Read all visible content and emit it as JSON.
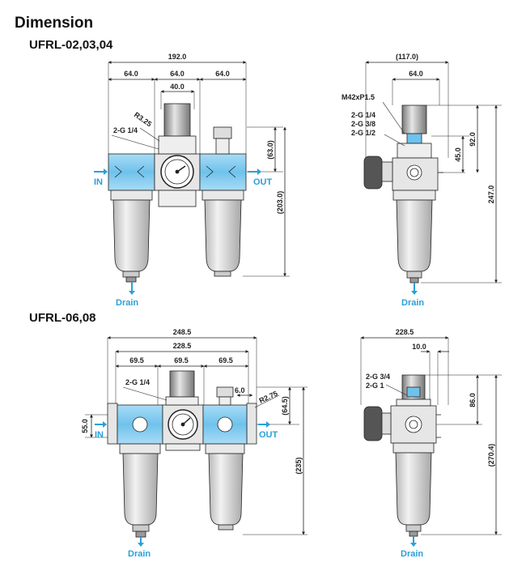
{
  "title": "Dimension",
  "models": [
    {
      "name": "UFRL-02,03,04",
      "front": {
        "overall_width": "192.0",
        "segments": [
          "64.0",
          "64.0",
          "64.0"
        ],
        "center_width": "40.0",
        "radius": "R3.25",
        "port": "2-G 1/4",
        "upper_height": "(63.0)",
        "total_height": "(203.0)",
        "inlet": "IN",
        "outlet": "OUT",
        "drain": "Drain"
      },
      "side": {
        "overall_width": "(117.0)",
        "inner_width": "64.0",
        "thread": "M42xP1.5",
        "ports": [
          "2-G 1/4",
          "2-G 3/8",
          "2-G 1/2"
        ],
        "h1": "45.0",
        "h2": "92.0",
        "h3": "247.0",
        "drain": "Drain"
      }
    },
    {
      "name": "UFRL-06,08",
      "front": {
        "overall_width": "248.5",
        "inner_width": "228.5",
        "segments": [
          "69.5",
          "69.5",
          "69.5"
        ],
        "port": "2-G 1/4",
        "offset": "6.0",
        "radius": "R2.75",
        "left_height": "55.0",
        "upper_height": "(64.5)",
        "total_height": "(235)",
        "inlet": "IN",
        "outlet": "OUT",
        "drain": "Drain"
      },
      "side": {
        "overall_width": "228.5",
        "small_width": "10.0",
        "ports": [
          "2-G 3/4",
          "2-G 1"
        ],
        "h1": "86.0",
        "h2": "(270.4)",
        "drain": "Drain"
      }
    }
  ],
  "colors": {
    "accent": "#2aa0d8",
    "body_blue": "#7fc8ee",
    "bowl": "#dcdcdc",
    "line": "#222222"
  }
}
